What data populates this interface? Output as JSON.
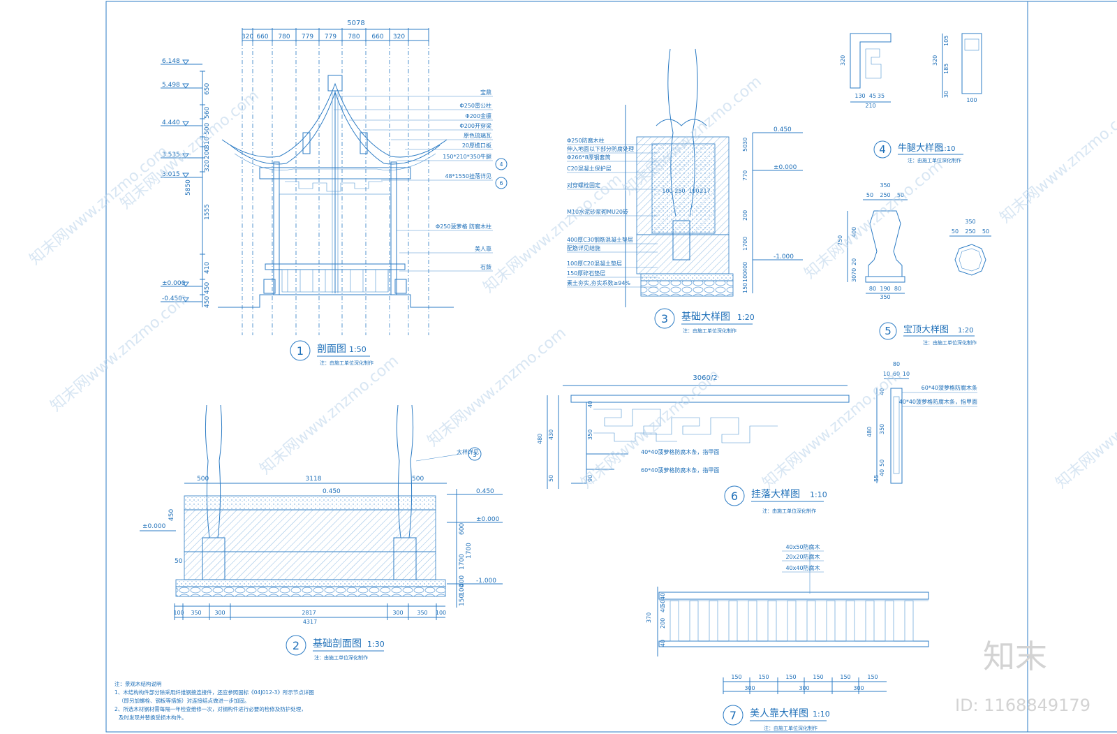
{
  "views": {
    "v1": {
      "num": "1",
      "title": "剖面图",
      "scale": "1:50",
      "note": "注：由施工单位深化制作"
    },
    "v2": {
      "num": "2",
      "title": "基础剖面图",
      "scale": "1:30",
      "note": "注：由施工单位深化制作"
    },
    "v3": {
      "num": "3",
      "title": "基础大样图",
      "scale": "1:20",
      "note": "注：由施工单位深化制作"
    },
    "v4": {
      "num": "4",
      "title": "牛腿大样图",
      "scale": "1:10",
      "note": "注：由施工单位深化制作"
    },
    "v5": {
      "num": "5",
      "title": "宝顶大样图",
      "scale": "1:20",
      "note": "注：由施工单位深化制作"
    },
    "v6": {
      "num": "6",
      "title": "挂落大样图",
      "scale": "1:10",
      "note": "注：由施工单位深化制作"
    },
    "v7": {
      "num": "7",
      "title": "美人靠大样图",
      "scale": "1:10",
      "note": "注：由施工单位深化制作"
    }
  },
  "section1": {
    "overall": "5078",
    "top_dims": [
      "320",
      "660",
      "780",
      "779",
      "779",
      "780",
      "660",
      "320"
    ],
    "elevations": [
      "6.148",
      "5.498",
      "4.440",
      "3.535",
      "3.015",
      "±0.000",
      "-0.450"
    ],
    "left_dims": [
      "650",
      "560",
      "500",
      "310",
      "200",
      "320",
      "1555",
      "410",
      "450",
      "450"
    ],
    "total_height": "5850",
    "callouts": [
      "宝鼎",
      "Φ250雷公柱",
      "Φ200金檩",
      "Φ200开穿梁",
      "原色琉璃瓦",
      "20厚檐口板",
      "150*210*350牛腿",
      "48*1550挂落详见",
      "Φ250菠萝格 防腐木柱",
      "美人靠",
      "石鼓"
    ],
    "ref4": "4",
    "ref6": "6"
  },
  "section2": {
    "overall_top": "3118",
    "side": "500",
    "elev_top": "0.450",
    "elev_right": [
      "0.450",
      "±0.000",
      "-1.000"
    ],
    "elev_left": "±0.000",
    "right_dims": [
      "600",
      "1700",
      "400",
      "100",
      "150"
    ],
    "left_dims": [
      "450",
      "50"
    ],
    "bottom_dims": [
      "100",
      "350",
      "300",
      "2817",
      "300",
      "350",
      "100"
    ],
    "bottom_total": "4317",
    "ref": "大样详见",
    "ref_num": "3"
  },
  "section3": {
    "elevations": [
      "0.450",
      "±0.000",
      "-1.000"
    ],
    "right_dims": [
      "30",
      "50",
      "770",
      "200",
      "1700",
      "400",
      "100",
      "150"
    ],
    "inner_dims": [
      "100",
      "250",
      "100",
      "217"
    ],
    "callouts": [
      "Φ250防腐木柱",
      "伸入地面以下部分防腐处理",
      "Φ266*8厚钢套筒",
      "C20混凝土保护层",
      "对穿螺栓固定",
      "M10水泥砂浆砌MU20砖",
      "400厚C30钢筋混凝土垫层",
      "配筋详见结施",
      "100厚C20混凝土垫层",
      "150厚碎石垫层",
      "素土夯实,夯实系数≥94%"
    ]
  },
  "section4": {
    "dims": [
      "320",
      "130",
      "45",
      "35",
      "210",
      "320",
      "105",
      "185",
      "30",
      "100"
    ]
  },
  "section5": {
    "dims": [
      "350",
      "50",
      "250",
      "50",
      "750",
      "400",
      "80",
      "190",
      "80",
      "350",
      "20",
      "70",
      "30",
      "350",
      "50",
      "250",
      "50"
    ]
  },
  "section6": {
    "overall": "3060/2",
    "dims": [
      "480",
      "430",
      "350",
      "50",
      "40",
      "90"
    ],
    "callouts": [
      "40*40菠萝格防腐木条，指甲面",
      "60*40菠萝格防腐木条，指甲面"
    ],
    "side_dims": [
      "80",
      "10",
      "60",
      "10",
      "480",
      "40",
      "350",
      "50",
      "40",
      "55"
    ],
    "side_callouts": [
      "60*40菠萝格防腐木条",
      "40*40菠萝格防腐木条，指甲面"
    ]
  },
  "section7": {
    "callouts": [
      "40x50防腐木",
      "20x20防腐木",
      "40x40防腐木"
    ],
    "left_dims": [
      "370",
      "40",
      "50",
      "40",
      "200",
      "40"
    ],
    "bottom_dims": [
      "150",
      "150",
      "150",
      "150",
      "150",
      "150"
    ],
    "bottom_totals": [
      "300",
      "300",
      "300"
    ]
  },
  "notes": {
    "head": "注：景观木结构说明",
    "l1": "1、木结构构件部分除采用纤维钢接连接件，还应参照国标《04J012-3》所示节点详图",
    "l2": "（即另加螺栓、钢板等措施）对连接结点做进一步加固。",
    "l3": "2、所选木材钢材需每隔一年检查维修一次，对钢构件进行必要的检修及防护处理，",
    "l4": "及时发现并替换受损木构件。"
  },
  "branding": {
    "logo": "知末",
    "id": "ID: 1168849179",
    "watermark": "知末网www.znzmo.com"
  }
}
